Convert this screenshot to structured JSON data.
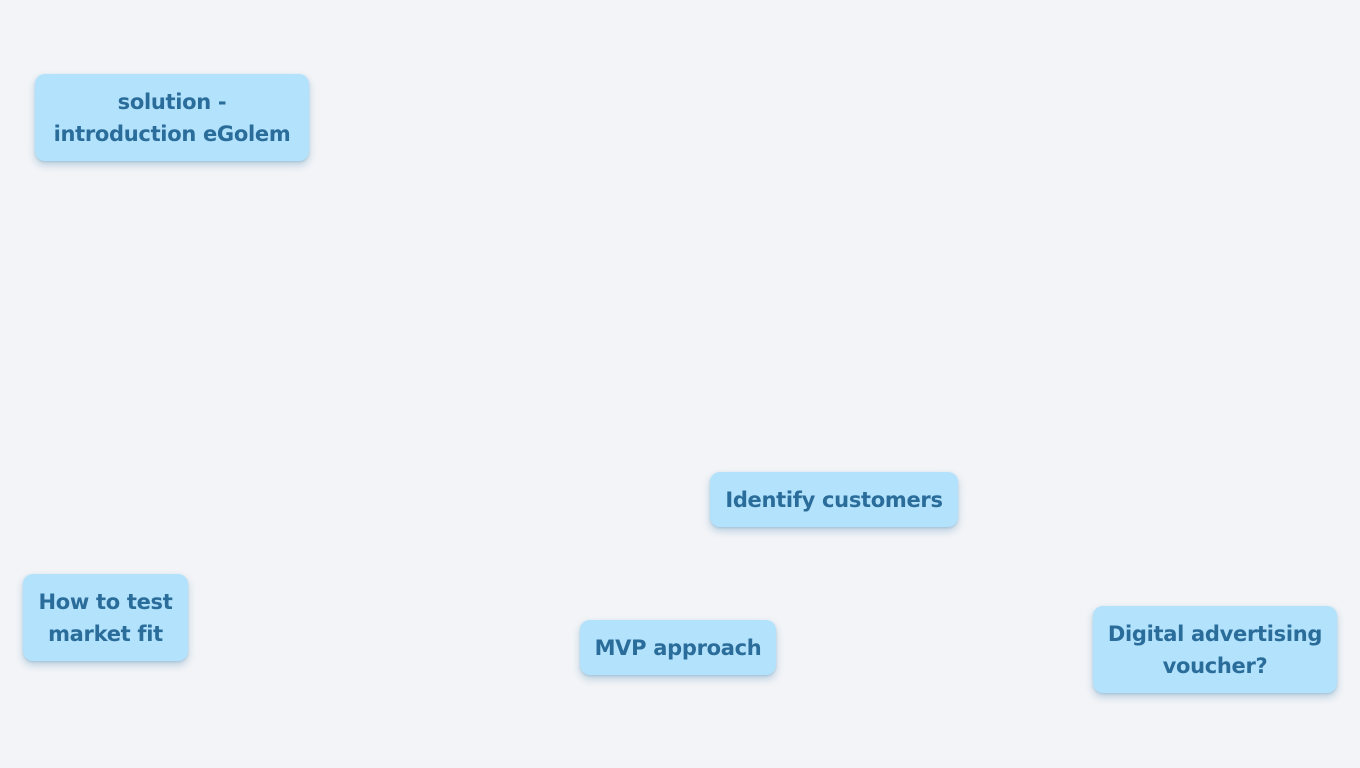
{
  "board": {
    "cards": [
      {
        "text": "solution -\nintroduction eGolem"
      },
      {
        "text": "Identify customers"
      },
      {
        "text": "How to test\nmarket fit"
      },
      {
        "text": "MVP approach"
      },
      {
        "text": "Digital advertising\nvoucher?"
      }
    ]
  },
  "colors": {
    "background": "#f2f4f7",
    "card_fill": "#b3e2fc",
    "card_text": "#2a6c9a"
  }
}
